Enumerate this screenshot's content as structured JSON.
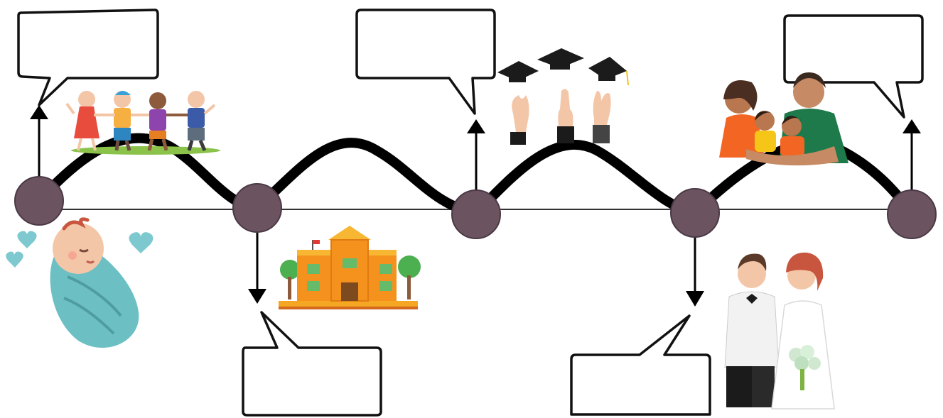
{
  "colors": {
    "background": "#ffffff",
    "wave": "#000000",
    "axis": "#222222",
    "node": "#6b5360",
    "node_stroke": "#4a3945",
    "bubble_stroke": "#111111",
    "heart": "#7ec9cf",
    "swaddle": "#6cc0c4",
    "skin": "#f4c6a8",
    "school": "#f5921e",
    "school_roof": "#f7b733",
    "tree": "#4caf50",
    "grass": "#8bc34a",
    "gown": "#1b1b1b",
    "dad_shirt": "#1e7a4a",
    "mom_shirt": "#f26522",
    "groom_suit": "#f2f2f2",
    "hair_brown": "#5b3a29",
    "hair_red": "#c8553d"
  },
  "stages": [
    {
      "id": "birth",
      "icon": "baby-icon",
      "callout_direction": "up",
      "label": ""
    },
    {
      "id": "childhood",
      "icon": "school-building-icon",
      "callout_direction": "down",
      "label": ""
    },
    {
      "id": "graduation",
      "icon": "graduation-caps-icon",
      "callout_direction": "up",
      "label": ""
    },
    {
      "id": "marriage",
      "icon": "wedding-couple-icon",
      "callout_direction": "down",
      "label": ""
    },
    {
      "id": "family",
      "icon": "family-hug-icon",
      "callout_direction": "up",
      "label": ""
    }
  ],
  "extra_icons": [
    "playing-children-icon"
  ]
}
